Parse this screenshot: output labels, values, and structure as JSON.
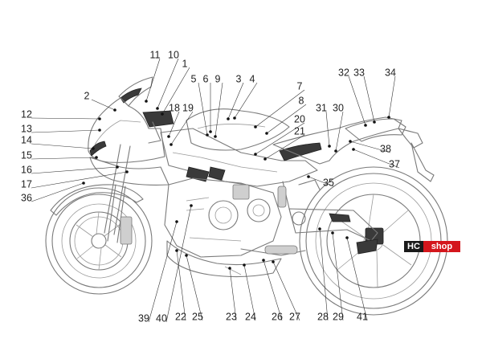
{
  "callouts": [
    {
      "label": "1"
    },
    {
      "label": "2"
    },
    {
      "label": "3"
    },
    {
      "label": "4"
    },
    {
      "label": "5"
    },
    {
      "label": "6"
    },
    {
      "label": "7"
    },
    {
      "label": "8"
    },
    {
      "label": "9"
    },
    {
      "label": "10"
    },
    {
      "label": "11"
    },
    {
      "label": "12"
    },
    {
      "label": "13"
    },
    {
      "label": "14"
    },
    {
      "label": "15"
    },
    {
      "label": "16"
    },
    {
      "label": "17"
    },
    {
      "label": "18"
    },
    {
      "label": "19"
    },
    {
      "label": "20"
    },
    {
      "label": "21"
    },
    {
      "label": "22"
    },
    {
      "label": "23"
    },
    {
      "label": "24"
    },
    {
      "label": "25"
    },
    {
      "label": "26"
    },
    {
      "label": "27"
    },
    {
      "label": "28"
    },
    {
      "label": "29"
    },
    {
      "label": "30"
    },
    {
      "label": "31"
    },
    {
      "label": "32"
    },
    {
      "label": "33"
    },
    {
      "label": "34"
    },
    {
      "label": "35"
    },
    {
      "label": "36"
    },
    {
      "label": "37"
    },
    {
      "label": "38"
    },
    {
      "label": "39"
    },
    {
      "label": "40"
    },
    {
      "label": "41"
    }
  ],
  "watermark": {
    "part_a": "HC",
    "part_b": "shop"
  },
  "colors": {
    "line": "#7a7a7a",
    "callout_text": "#222222",
    "watermark_red": "#d4161c",
    "watermark_black": "#1a1a1a"
  }
}
